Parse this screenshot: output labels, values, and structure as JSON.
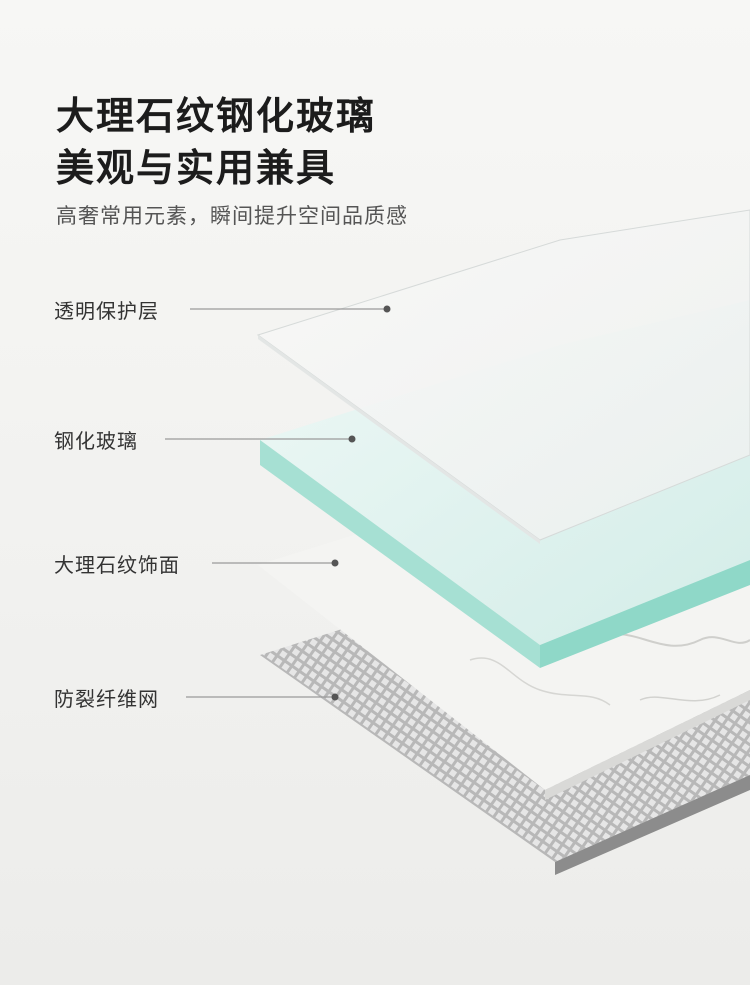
{
  "heading": {
    "line1": "大理石纹钢化玻璃",
    "line2": "美观与实用兼具"
  },
  "subtitle": "高奢常用元素，瞬间提升空间品质感",
  "layers": [
    {
      "label": "透明保护层"
    },
    {
      "label": "钢化玻璃"
    },
    {
      "label": "大理石纹饰面"
    },
    {
      "label": "防裂纤维网"
    }
  ],
  "colors": {
    "glass_edge": "#8fd8c8",
    "glass_face": "#dff2ee",
    "mesh": "#9a9a9a",
    "marble": "#f2f2f0"
  }
}
